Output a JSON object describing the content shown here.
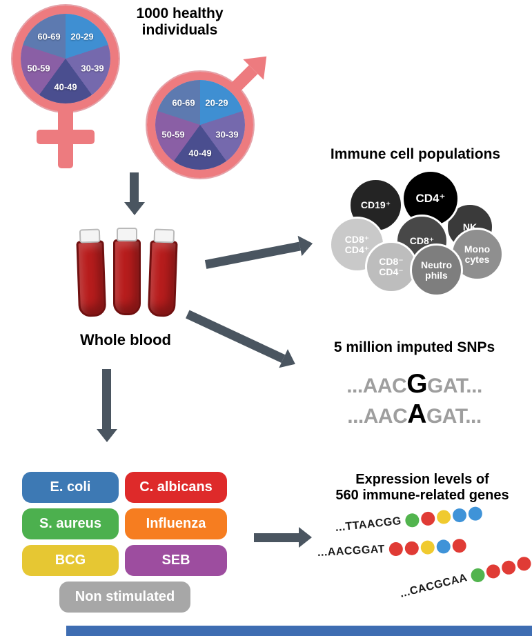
{
  "header": {
    "title_line1": "1000 healthy",
    "title_line2": "individuals"
  },
  "symbols": {
    "color": "#ed7b7f"
  },
  "pie": {
    "slices": [
      {
        "label": "20-29",
        "color": "#3f8fd2"
      },
      {
        "label": "30-39",
        "color": "#7569ad"
      },
      {
        "label": "40-49",
        "color": "#4a4e8f"
      },
      {
        "label": "50-59",
        "color": "#8a5fa5"
      },
      {
        "label": "60-69",
        "color": "#5d7ab0"
      }
    ]
  },
  "blood": {
    "label": "Whole blood",
    "tube_color": "#b81d1d"
  },
  "immune": {
    "title": "Immune cell populations",
    "cells": [
      {
        "label": "CD19⁺",
        "color": "#242424",
        "text_color": "#ffffff"
      },
      {
        "label": "CD4⁺",
        "color": "#000000",
        "text_color": "#ffffff"
      },
      {
        "label": "NK",
        "color": "#3a3a3a",
        "text_color": "#ffffff"
      },
      {
        "label": "CD8⁺\nCD4⁺",
        "color": "#c9c9c9",
        "text_color": "#ffffff"
      },
      {
        "label": "CD8⁺",
        "color": "#484848",
        "text_color": "#ffffff"
      },
      {
        "label": "Mono\ncytes",
        "color": "#8f8f8f",
        "text_color": "#ffffff"
      },
      {
        "label": "CD8⁻\nCD4⁻",
        "color": "#bdbdbd",
        "text_color": "#ffffff"
      },
      {
        "label": "Neutro\nphils",
        "color": "#7e7e7e",
        "text_color": "#ffffff"
      }
    ]
  },
  "snps": {
    "title": "5 million imputed SNPs",
    "lines": [
      {
        "pre": "...AAC",
        "mut": "G",
        "post": "GAT..."
      },
      {
        "pre": "...AAC",
        "mut": "A",
        "post": "GAT..."
      }
    ]
  },
  "stimuli": {
    "items": [
      {
        "label": "E. coli",
        "color": "#3d79b4"
      },
      {
        "label": "C. albicans",
        "color": "#de2a2a"
      },
      {
        "label": "S. aureus",
        "color": "#4cb04e"
      },
      {
        "label": "Influenza",
        "color": "#f67d20"
      },
      {
        "label": "BCG",
        "color": "#e6c733"
      },
      {
        "label": "SEB",
        "color": "#9d4d9f"
      },
      {
        "label": "Non stimulated",
        "color": "#a7a7a7"
      }
    ]
  },
  "expression": {
    "title_line1": "Expression levels of",
    "title_line2": "560 immune-related genes",
    "rows": [
      {
        "seq": "...TTAACGG",
        "dots": [
          "#52b44e",
          "#e03b35",
          "#f0ca2f",
          "#3f93d8",
          "#3f93d8"
        ]
      },
      {
        "seq": "...AACGGAT",
        "dots": [
          "#e03b35",
          "#e03b35",
          "#f0ca2f",
          "#3f93d8",
          "#e03b35"
        ]
      },
      {
        "seq": "...CACGCAA",
        "dots": [
          "#52b44e",
          "#e03b35",
          "#e03b35",
          "#e03b35"
        ]
      }
    ]
  },
  "misc": {
    "bottom_bar_color": "#3e6db2"
  }
}
